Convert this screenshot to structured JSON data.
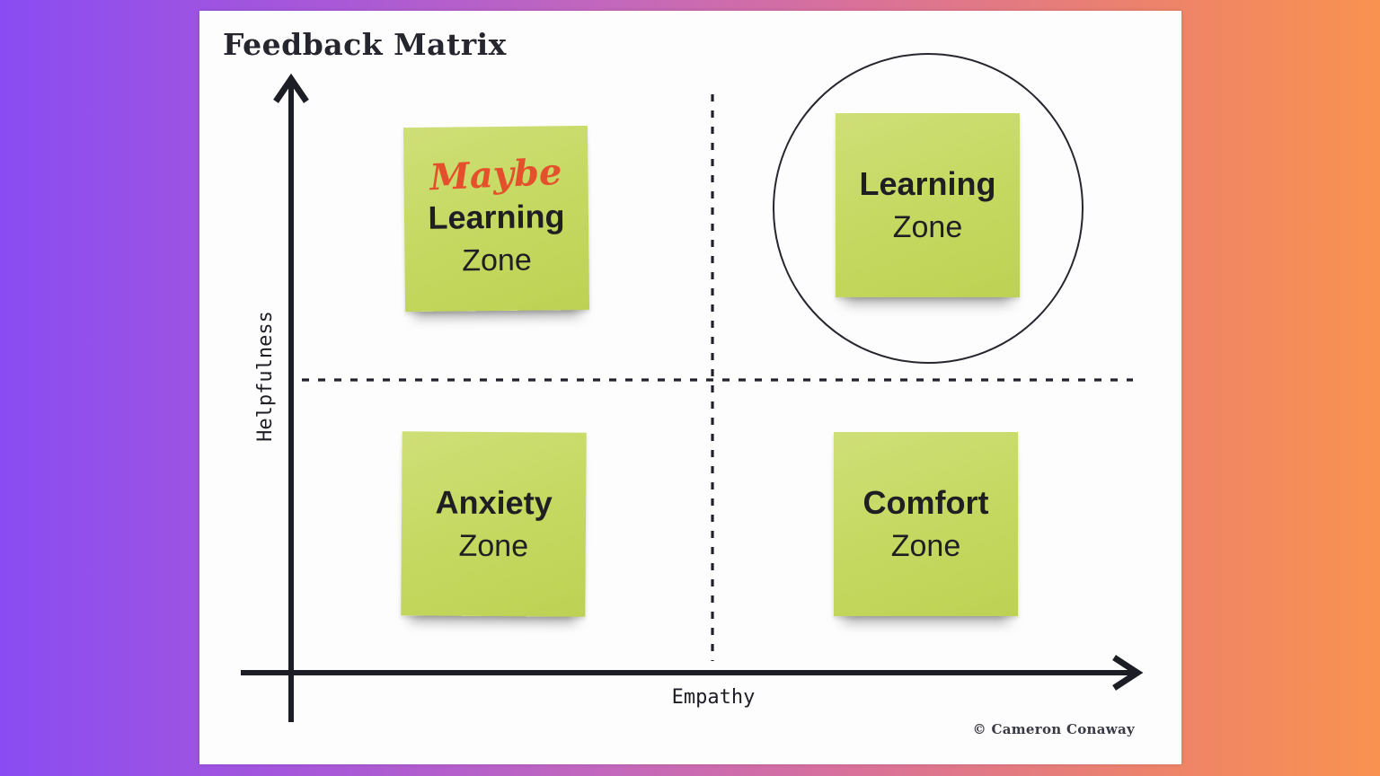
{
  "title": "Feedback Matrix",
  "axes": {
    "y_label": "Helpfulness",
    "x_label": "Empathy"
  },
  "matrix": {
    "type": "quadrant-diagram",
    "x_axis": "Empathy",
    "y_axis": "Helpfulness",
    "quadrants": [
      {
        "position": "top-left",
        "x": "low empathy",
        "y": "high helpfulness",
        "label": "Maybe Learning Zone",
        "circled": false
      },
      {
        "position": "top-right",
        "x": "high empathy",
        "y": "high helpfulness",
        "label": "Learning Zone",
        "circled": true
      },
      {
        "position": "bottom-left",
        "x": "low empathy",
        "y": "low helpfulness",
        "label": "Anxiety Zone",
        "circled": false
      },
      {
        "position": "bottom-right",
        "x": "high empathy",
        "y": "low helpfulness",
        "label": "Comfort Zone",
        "circled": false
      }
    ]
  },
  "notes": {
    "top_left": {
      "script_line": "Maybe",
      "bold_line": "Learning",
      "second_line": "Zone"
    },
    "top_right": {
      "bold_line": "Learning",
      "second_line": "Zone"
    },
    "bottom_left": {
      "bold_line": "Anxiety",
      "second_line": "Zone"
    },
    "bottom_right": {
      "bold_line": "Comfort",
      "second_line": "Zone"
    }
  },
  "credit": "© Cameron Conaway",
  "colors": {
    "background_gradient_left": "#8a4cf2",
    "background_gradient_mid": "#c468bb",
    "background_gradient_right": "#f99250",
    "card": "#fdfdfd",
    "sticky_note": "#c6d963",
    "maybe_text": "#e4502b",
    "ink": "#1d1d26"
  }
}
